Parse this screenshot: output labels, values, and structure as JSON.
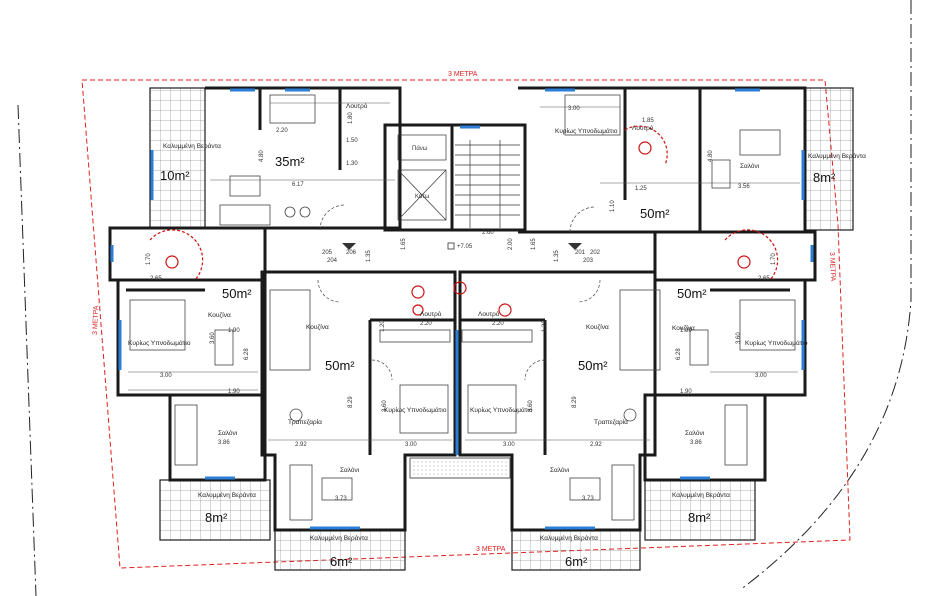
{
  "boundary_label": "3 ΜΕΤΡΑ",
  "elevation": "+7.05",
  "stair_up": "Πάνω",
  "stair_down": "Κάτω",
  "rooms": {
    "covered_veranda": "Καλυμμένη Βεράντα",
    "bathroom": "Λουτρό",
    "master_bedroom": "Κυρίως Υπνοδωμάτιο",
    "kitchen": "Κουζίνα",
    "living_room": "Σαλόνι",
    "dining_room": "Τραπεζαρία"
  },
  "areas": {
    "a35": "35m²",
    "a50": "50m²",
    "a10": "10m²",
    "a8": "8m²",
    "a6": "6m²"
  },
  "dimensions": {
    "d_6_17": "6.17",
    "d_4_80": "4.80",
    "d_2_20": "2.20",
    "d_1_50": "1.50",
    "d_1_30": "1.30",
    "d_1_80": "1.80",
    "d_3_00": "3.00",
    "d_1_85": "1.85",
    "d_3_56": "3.56",
    "d_1_25": "1.25",
    "d_1_10": "1.10",
    "d_2_60": "2.60",
    "d_2_00": "2.00",
    "d_1_65": "1.65",
    "d_1_35": "1.35",
    "d_1_90": "1.90",
    "d_3_60": "3.60",
    "d_6_28": "6.28",
    "d_8_29": "8.29",
    "d_2_92": "2.92",
    "d_3_86": "3.86",
    "d_3_73": "3.73",
    "d_1_20": "1.20",
    "d_2_65": "2.65",
    "d_1_70": "1.70"
  },
  "unit_numbers": {
    "u205": "205",
    "u204": "204",
    "u206": "206",
    "u201": "201",
    "u202": "202",
    "u203": "203"
  },
  "colors": {
    "wall": "#1a1a1a",
    "window": "#2b7fd4",
    "boundary": "#e02020",
    "fire_symbol": "#cc1111"
  }
}
